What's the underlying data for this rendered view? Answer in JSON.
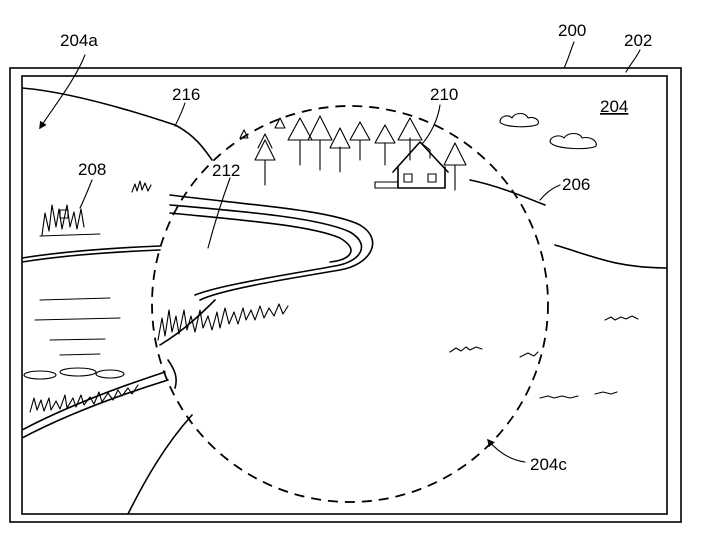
{
  "figure": {
    "labels": {
      "device": "200",
      "display": "202",
      "scene": "204",
      "region_a": "204a",
      "region_c": "204c",
      "boundary": "206",
      "object_left": "208",
      "house": "210",
      "grass": "212",
      "hill": "216"
    }
  }
}
